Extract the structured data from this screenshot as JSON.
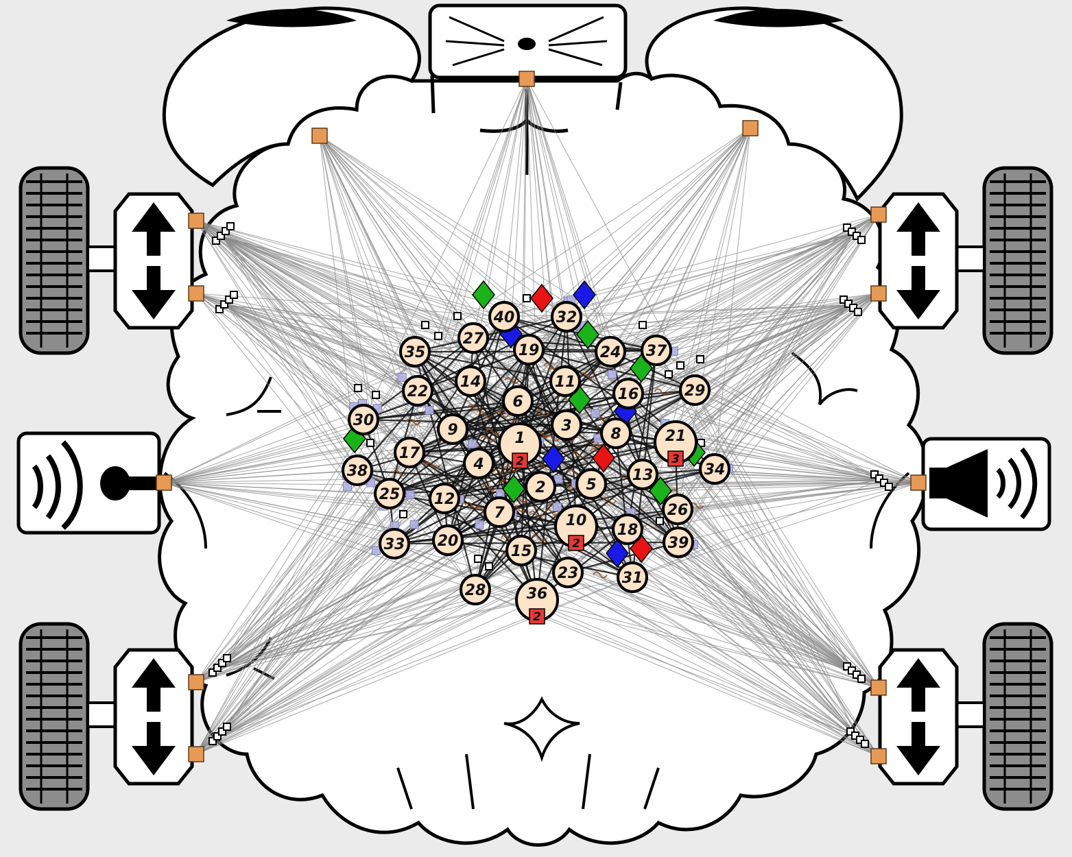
{
  "neurons": [
    {
      "label": "1",
      "badge": "2"
    },
    {
      "label": "2",
      "badge": null
    },
    {
      "label": "3",
      "badge": null
    },
    {
      "label": "4",
      "badge": null
    },
    {
      "label": "5",
      "badge": null
    },
    {
      "label": "6",
      "badge": null
    },
    {
      "label": "7",
      "badge": null
    },
    {
      "label": "8",
      "badge": null
    },
    {
      "label": "9",
      "badge": null
    },
    {
      "label": "10",
      "badge": "2"
    },
    {
      "label": "11",
      "badge": null
    },
    {
      "label": "12",
      "badge": null
    },
    {
      "label": "13",
      "badge": null
    },
    {
      "label": "14",
      "badge": null
    },
    {
      "label": "15",
      "badge": null
    },
    {
      "label": "16",
      "badge": null
    },
    {
      "label": "17",
      "badge": null
    },
    {
      "label": "18",
      "badge": null
    },
    {
      "label": "19",
      "badge": null
    },
    {
      "label": "20",
      "badge": null
    },
    {
      "label": "21",
      "badge": "3"
    },
    {
      "label": "22",
      "badge": null
    },
    {
      "label": "23",
      "badge": null
    },
    {
      "label": "24",
      "badge": null
    },
    {
      "label": "25",
      "badge": null
    },
    {
      "label": "26",
      "badge": null
    },
    {
      "label": "27",
      "badge": null
    },
    {
      "label": "28",
      "badge": null
    },
    {
      "label": "29",
      "badge": null
    },
    {
      "label": "30",
      "badge": null
    },
    {
      "label": "31",
      "badge": null
    },
    {
      "label": "32",
      "badge": null
    },
    {
      "label": "33",
      "badge": null
    },
    {
      "label": "34",
      "badge": null
    },
    {
      "label": "35",
      "badge": null
    },
    {
      "label": "36",
      "badge": "2"
    },
    {
      "label": "37",
      "badge": null
    },
    {
      "label": "38",
      "badge": null
    },
    {
      "label": "39",
      "badge": null
    },
    {
      "label": "40",
      "badge": null
    }
  ],
  "colors": {
    "background": "#ebebeb",
    "brain_fill": "#ffffff",
    "outline": "#000000",
    "neuron_fill": "#fde3c8",
    "badge": "#e53935",
    "sensor_port": "#e79a55",
    "diamond_green": "#1bb31b",
    "diamond_red": "#e81414",
    "diamond_blue": "#1a1ae6",
    "connection": "#8a8a8a",
    "tire": "#8c8c8c"
  },
  "icons": [
    "eye-icon",
    "nose-icon",
    "wheel-icon",
    "motor-arrows-icon",
    "microphone-icon",
    "speaker-icon"
  ]
}
